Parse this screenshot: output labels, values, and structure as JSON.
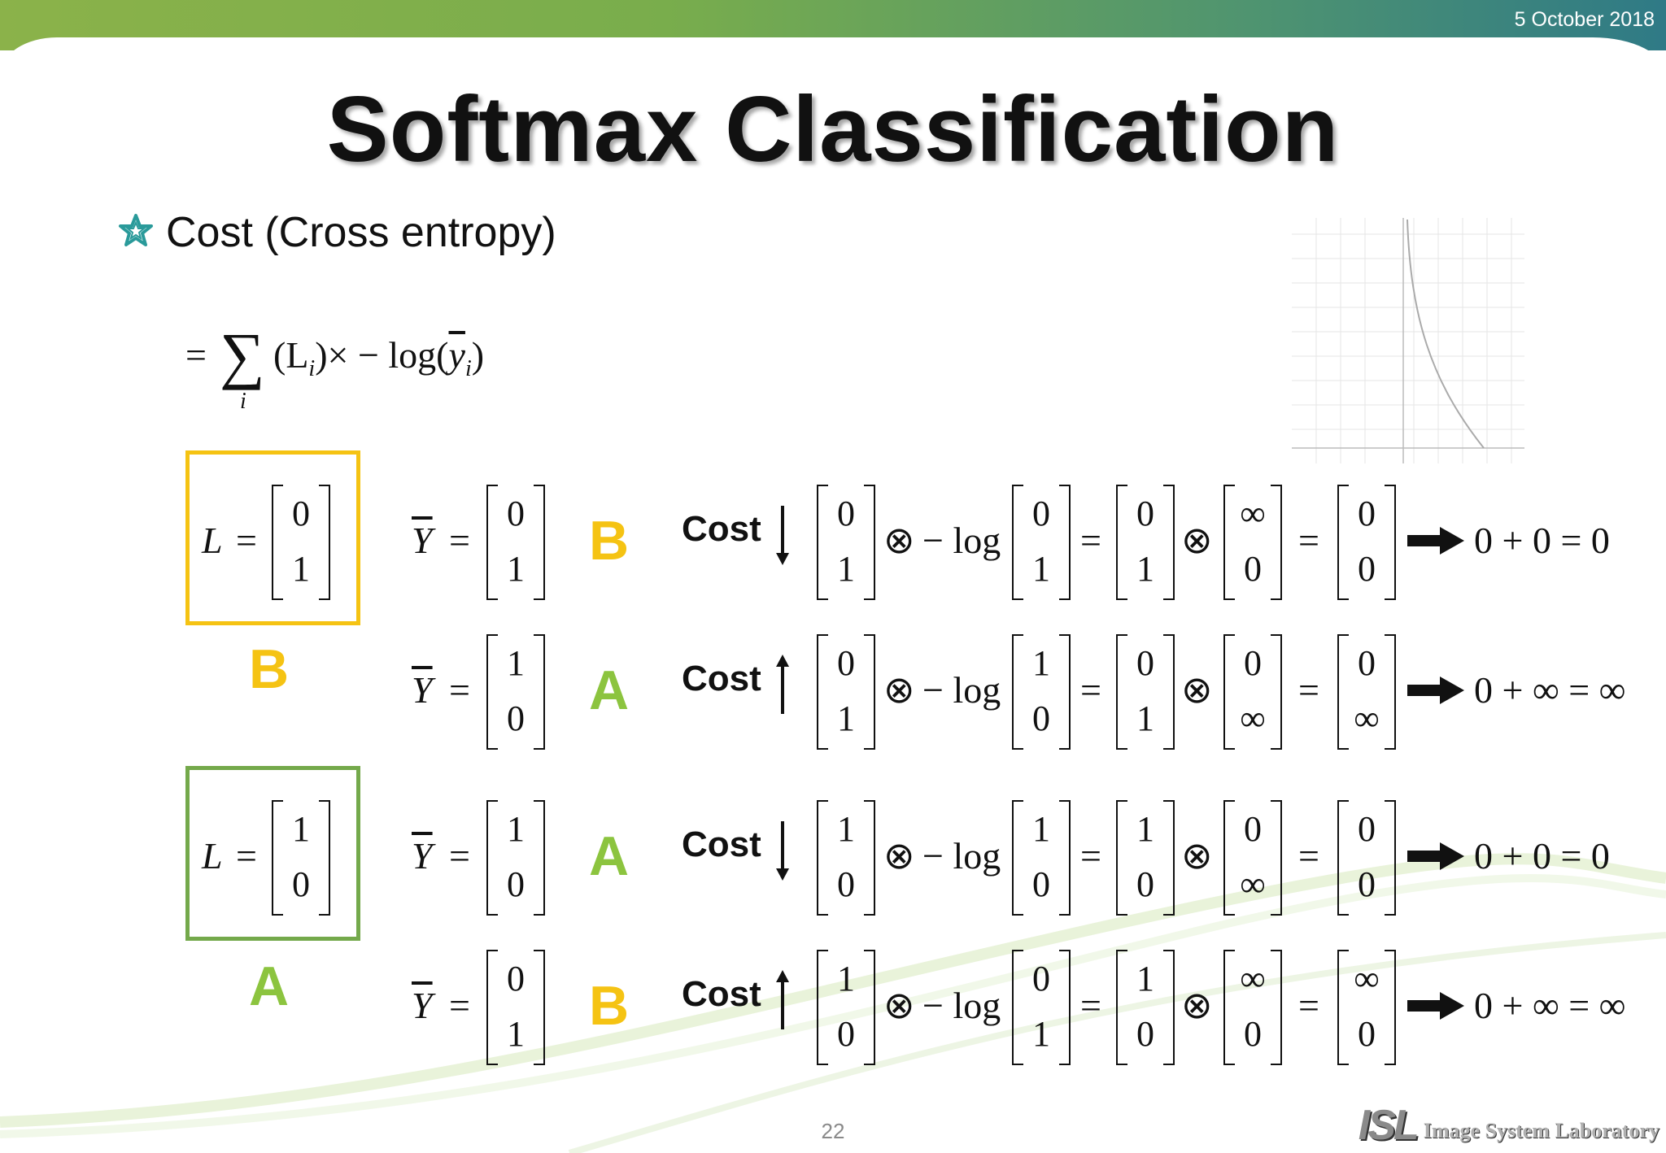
{
  "header": {
    "date": "5 October 2018"
  },
  "title": "Softmax Classification",
  "bullet": {
    "icon": "star-outline-icon",
    "text": "Cost (Cross entropy)"
  },
  "formula": {
    "eq": "=",
    "sum_index": "i",
    "term": "(L",
    "sub1": "i",
    "mid": ")× − log(",
    "ybar": "y",
    "sub2": "i",
    "close": ")"
  },
  "labels": {
    "L": {
      "var": "L",
      "eq": "="
    },
    "Y": {
      "var": "Y",
      "eq": "="
    },
    "cost": "Cost",
    "otimes": "⊗",
    "neglog": "− log",
    "eq": "=",
    "box1_letter": "B",
    "box2_letter": "A"
  },
  "boxes": [
    {
      "letter": "B",
      "L": [
        "0",
        "1"
      ]
    },
    {
      "letter": "A",
      "L": [
        "1",
        "0"
      ]
    }
  ],
  "rows": [
    {
      "Y": [
        "0",
        "1"
      ],
      "class": "B",
      "cost_dir": "down",
      "m1": [
        "0",
        "1"
      ],
      "m2": [
        "0",
        "1"
      ],
      "m3": [
        "0",
        "1"
      ],
      "m4": [
        "∞",
        "0"
      ],
      "m5": [
        "0",
        "0"
      ],
      "result": "0 + 0 = 0"
    },
    {
      "Y": [
        "1",
        "0"
      ],
      "class": "A",
      "cost_dir": "up",
      "m1": [
        "0",
        "1"
      ],
      "m2": [
        "1",
        "0"
      ],
      "m3": [
        "0",
        "1"
      ],
      "m4": [
        "0",
        "∞"
      ],
      "m5": [
        "0",
        "∞"
      ],
      "result": "0 + ∞ = ∞"
    },
    {
      "Y": [
        "1",
        "0"
      ],
      "class": "A",
      "cost_dir": "down",
      "m1": [
        "1",
        "0"
      ],
      "m2": [
        "1",
        "0"
      ],
      "m3": [
        "1",
        "0"
      ],
      "m4": [
        "0",
        "∞"
      ],
      "m5": [
        "0",
        "0"
      ],
      "result": "0 + 0 = 0"
    },
    {
      "Y": [
        "0",
        "1"
      ],
      "class": "B",
      "cost_dir": "up",
      "m1": [
        "1",
        "0"
      ],
      "m2": [
        "0",
        "1"
      ],
      "m3": [
        "1",
        "0"
      ],
      "m4": [
        "∞",
        "0"
      ],
      "m5": [
        "∞",
        "0"
      ],
      "result": "0 + ∞ = ∞"
    }
  ],
  "colors": {
    "B": "#f5c313",
    "A": "#8cc43f",
    "header_start": "#8bb24a",
    "header_end": "#2f7a86",
    "bullet": "#2a9a9a"
  },
  "page_number": "22",
  "logo": {
    "mark": "ISL",
    "name": "Image System Laboratory"
  },
  "graph": {
    "description_icon": "neg-log-curve-graph"
  }
}
